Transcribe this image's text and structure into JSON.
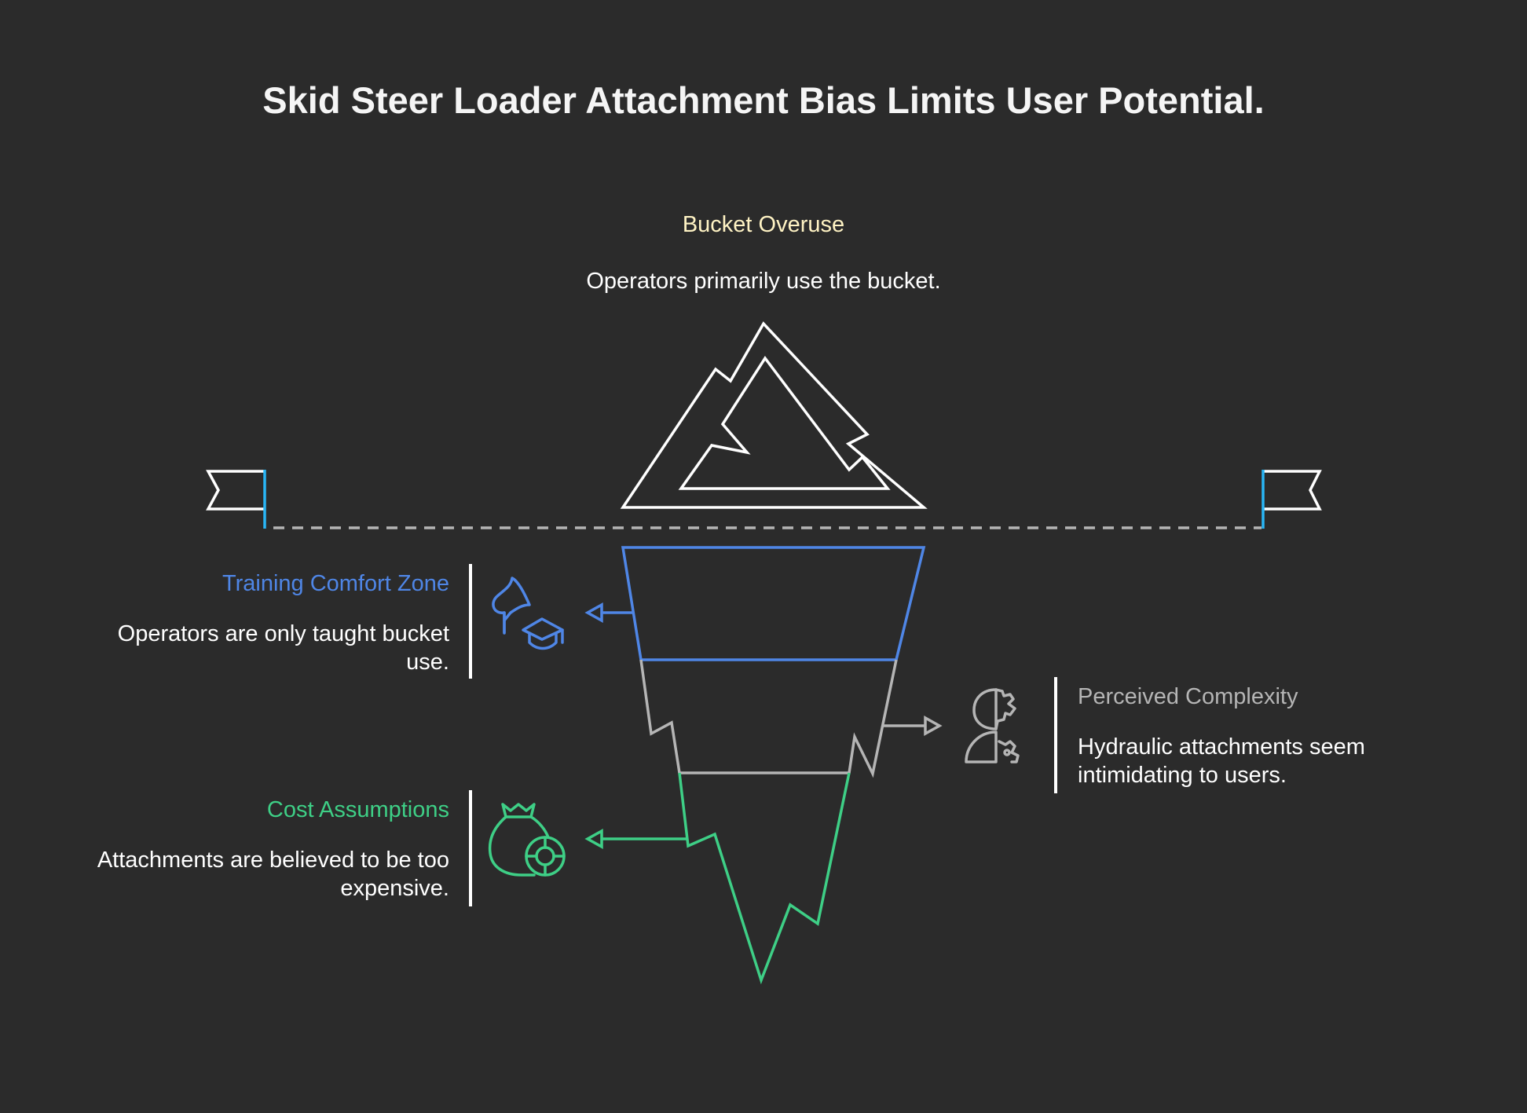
{
  "title": "Skid Steer Loader Attachment Bias Limits User Potential.",
  "top": {
    "heading": "Bucket Overuse",
    "description": "Operators primarily use the bucket."
  },
  "layers": [
    {
      "heading": "Training Comfort Zone",
      "description": "Operators are only taught bucket use.",
      "color": "#4f86e6",
      "icon": "training-icon",
      "side": "left"
    },
    {
      "heading": "Perceived Complexity",
      "description": "Hydraulic attachments seem intimidating to users.",
      "color": "#b5b5b5",
      "icon": "person-gear-icon",
      "side": "right"
    },
    {
      "heading": "Cost Assumptions",
      "description": "Attachments are believed to be too expensive.",
      "color": "#3ecf86",
      "icon": "money-bag-icon",
      "side": "left"
    }
  ],
  "colors": {
    "background": "#2b2b2b",
    "top_heading": "#fff3c4",
    "flag_pole": "#29b6f6",
    "waterline": "#b5b5b5"
  }
}
